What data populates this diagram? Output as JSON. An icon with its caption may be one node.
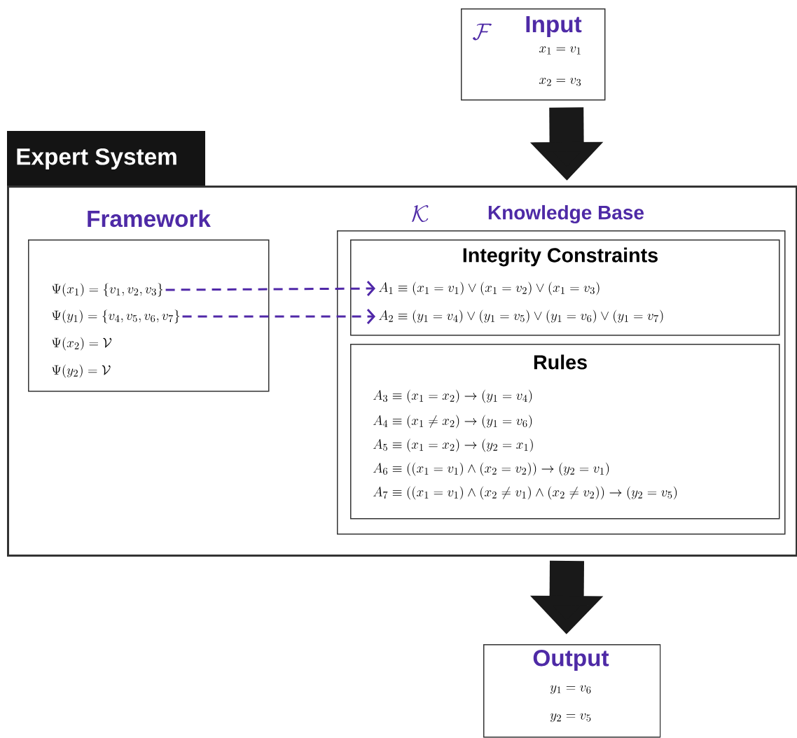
{
  "diagram": {
    "nodes": [
      {
        "text": [
          "\\mathcal{F}",
          "Input",
          "x_1 = v_1",
          "x_2 = v_3"
        ]
      },
      {
        "text": [
          "Expert System"
        ]
      },
      {
        "text": [
          "Framework",
          "\\Psi(x_1) = \\{v_1, v_2, v_3\\}",
          "\\Psi(y_1) = \\{v_4, v_5, v_6, v_7\\}",
          "\\Psi(x_2) = \\mathcal{V}",
          "\\Psi(y_2) = \\mathcal{V}"
        ],
        "in": 1
      },
      {
        "text": [
          "\\mathcal{K}",
          "Knowledge Base"
        ],
        "in": 1
      },
      {
        "text": [
          "Integrity Constraints",
          "A_1 \\equiv (x_1 = v_1) \\vee (x_1 = v_2) \\vee (x_1 = v_3)",
          "A_2 \\equiv (y_1 = v_4) \\vee (y_1 = v_5) \\vee (y_1 = v_6) \\vee (y_1 = v_7)"
        ],
        "in": 3
      },
      {
        "text": [
          "Rules",
          "A_3 \\equiv (x_1 = x_2) \\rightarrow (y_1 = v_4)",
          "A_4 \\equiv (x_1 \\neq x_2) \\rightarrow (y_1 = v_6)",
          "A_5 \\equiv (x_1 = x_2) \\rightarrow (y_2 = x_1)",
          "A_6 \\equiv ((x_1 = v_1) \\wedge (x_2 = v_2)) \\rightarrow (y_2 = v_1)",
          "A_7 \\equiv ((x_1 = v_1) \\wedge (x_2 \\neq v_1) \\wedge (x_2 \\neq v_2)) \\rightarrow (y_2 = v_5)"
        ],
        "in": 3
      },
      {
        "text": [
          "Output",
          "y_1 = v_6",
          "y_2 = v_5"
        ]
      }
    ],
    "edges": [
      {
        "from": 0,
        "to": 1,
        "arrow": "to",
        "style": "thick"
      },
      {
        "from": 1,
        "to": 6,
        "arrow": "to",
        "style": "thick"
      },
      {
        "from": 2,
        "to": 4,
        "arrow": "to",
        "style": "dashed",
        "color": "#5028a8"
      },
      {
        "from": 2,
        "to": 4,
        "arrow": "to",
        "style": "dashed",
        "color": "#5028a8"
      }
    ]
  }
}
